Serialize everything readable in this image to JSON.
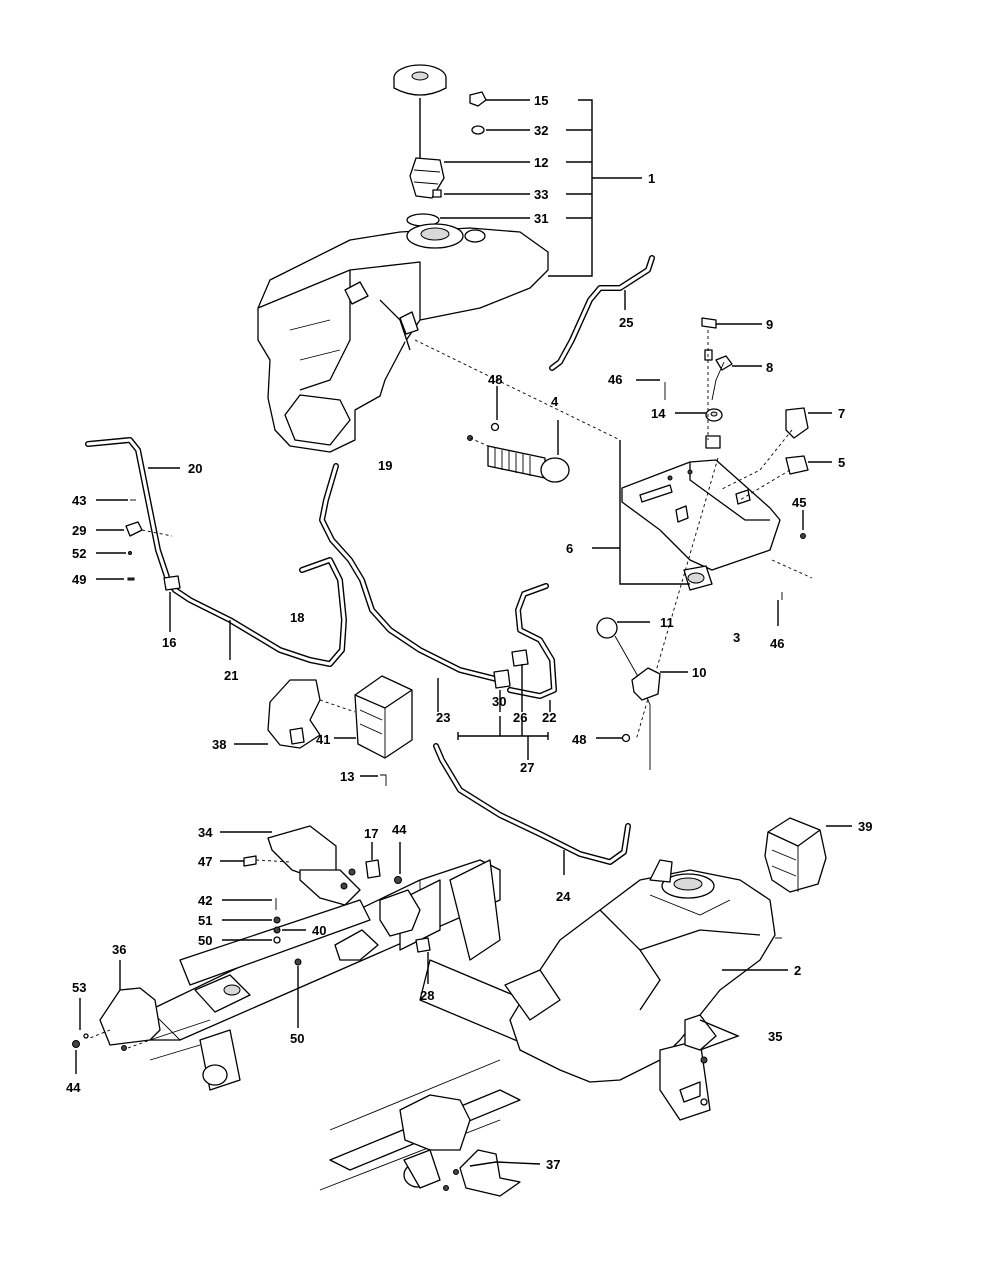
{
  "diagram": {
    "callouts": {
      "c1": "1",
      "c2": "2",
      "c3": "3",
      "c4": "4",
      "c5": "5",
      "c6": "6",
      "c7": "7",
      "c8": "8",
      "c9": "9",
      "c10": "10",
      "c11": "11",
      "c12": "12",
      "c13": "13",
      "c14": "14",
      "c15": "15",
      "c16": "16",
      "c17": "17",
      "c18": "18",
      "c19": "19",
      "c20": "20",
      "c21": "21",
      "c22": "22",
      "c23": "23",
      "c24": "24",
      "c25": "25",
      "c26": "26",
      "c27": "27",
      "c28": "28",
      "c29": "29",
      "c30": "30",
      "c31": "31",
      "c32": "32",
      "c33": "33",
      "c34": "34",
      "c35": "35",
      "c36": "36",
      "c37": "37",
      "c38": "38",
      "c39": "39",
      "c40": "40",
      "c41": "41",
      "c42": "42",
      "c43": "43",
      "c44a": "44",
      "c44b": "44",
      "c45": "45",
      "c46a": "46",
      "c46b": "46",
      "c47": "47",
      "c48a": "48",
      "c48b": "48",
      "c49": "49",
      "c50a": "50",
      "c50b": "50",
      "c51": "51",
      "c52": "52",
      "c53": "53"
    }
  }
}
